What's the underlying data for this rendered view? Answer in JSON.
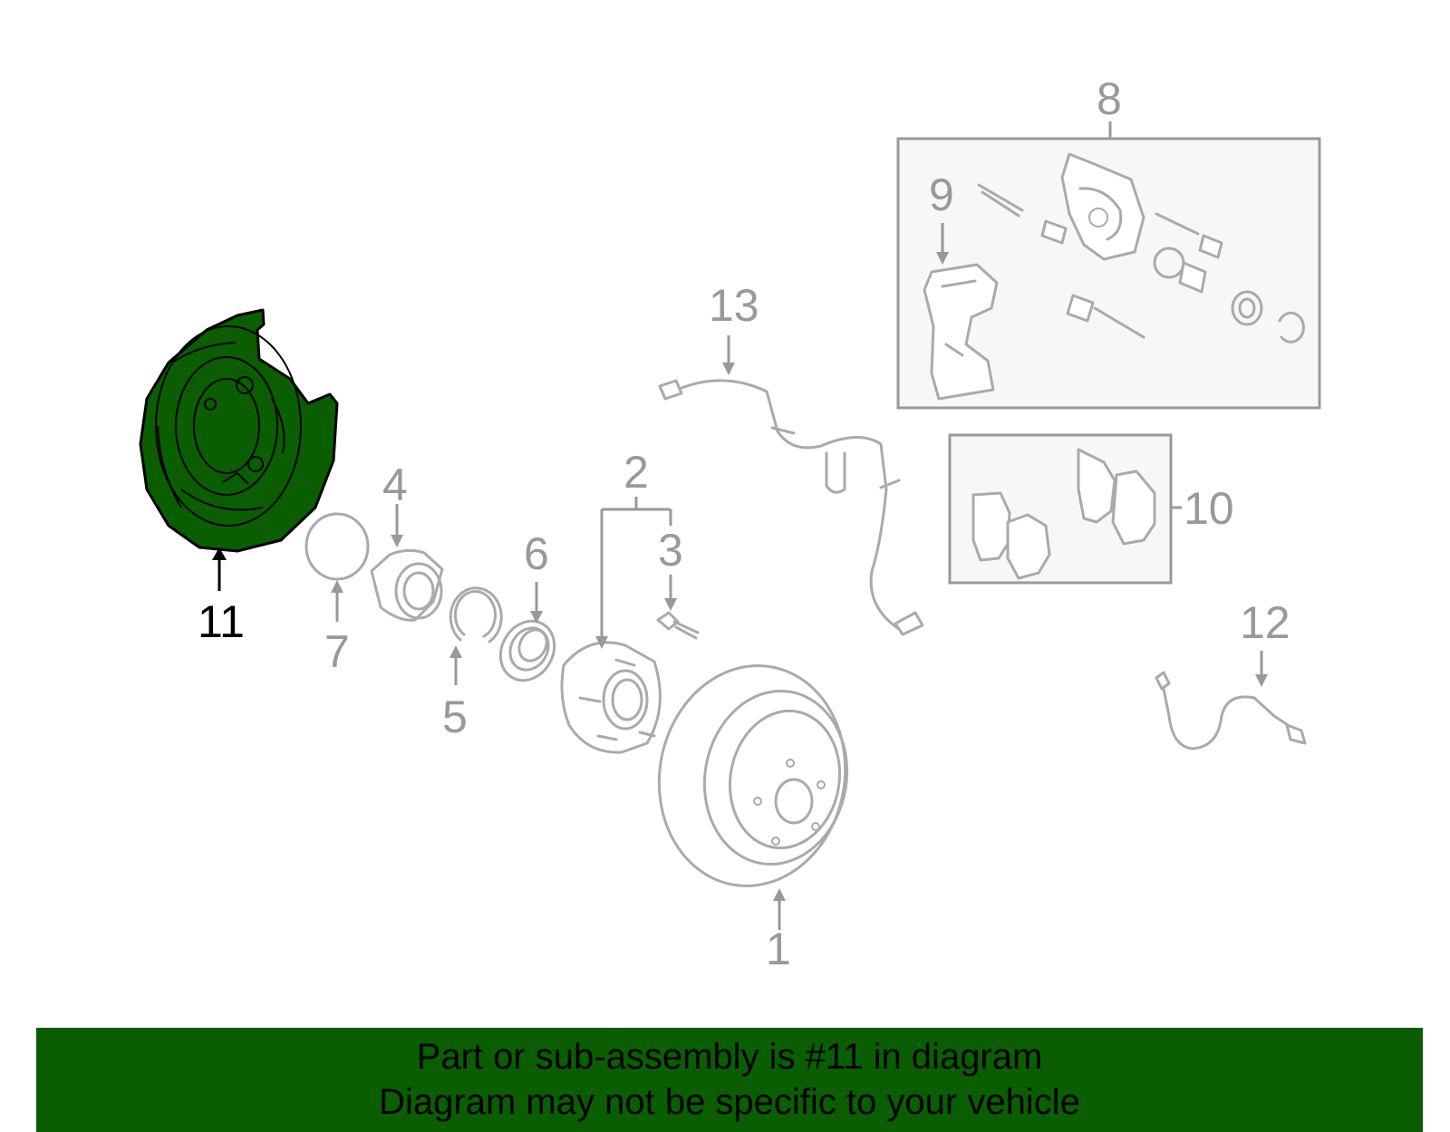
{
  "callouts": {
    "c1": "1",
    "c2": "2",
    "c3": "3",
    "c4": "4",
    "c5": "5",
    "c6": "6",
    "c7": "7",
    "c8": "8",
    "c9": "9",
    "c10": "10",
    "c11": "11",
    "c12": "12",
    "c13": "13"
  },
  "highlighted_part": "11",
  "colors": {
    "highlight": "#0a5e00",
    "line_art": "#aaaaaa",
    "callout_text": "#999999"
  },
  "banner": {
    "line1": "Part or sub-assembly is #11 in diagram",
    "line2": "Diagram may not be specific to your vehicle"
  }
}
